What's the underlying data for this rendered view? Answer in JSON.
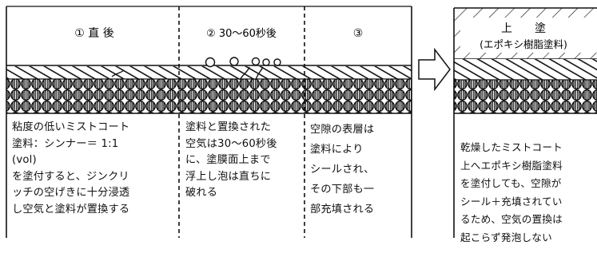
{
  "stages": [
    {
      "header": "① 直 後",
      "description": "粘度の低いミストコート\n塗料：シンナー＝ 1:1\n(vol)\nを塗付すると、ジンクリ\nッチの空げきに十分浸透\nし空気と塗料が置換する"
    },
    {
      "header": "② 30～60秒後",
      "description": "塗料と置換された\n空気は30～60秒後\nに、塗膜面上まで\n浮上し泡は直ちに\n破れる"
    },
    {
      "header": "③",
      "description": "空隙の表層は\n塗料により\nシールされ、\nその下部も一\n部充填される"
    }
  ],
  "topcoat": {
    "label": "上　　塗",
    "sublabel": "(エポキシ樹脂塗料)",
    "description": "乾燥したミストコート\n上へエポキシ樹脂塗料\nを塗付しても、空隙が\nシール＋充填されてい\nるため、空気の置換は\n起こらず発泡しない"
  },
  "arrow": "right-arrow-icon"
}
